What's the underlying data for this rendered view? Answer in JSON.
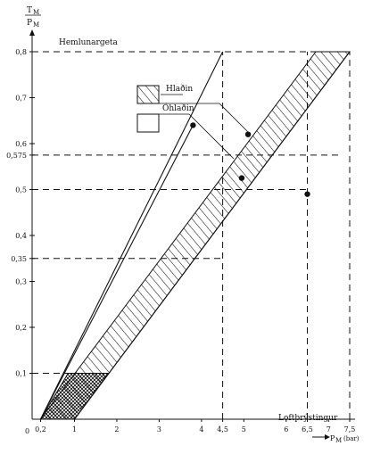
{
  "chart_data": {
    "type": "area",
    "title": "",
    "ylabel": {
      "top": "T",
      "top_sub": "M",
      "bottom": "P",
      "bottom_sub": "M"
    },
    "xlabel": {
      "main": "P",
      "sub": "M",
      "unit": "(bar)"
    },
    "xlim": [
      0,
      7.5
    ],
    "ylim": [
      0,
      0.8
    ],
    "x_ticks": [
      "0,2",
      "1",
      "2",
      "3",
      "4",
      "4,5",
      "5",
      "6",
      "6,5",
      "7",
      "7,5"
    ],
    "x_tick_values": [
      0.2,
      1,
      2,
      3,
      4,
      4.5,
      5,
      6,
      6.5,
      7,
      7.5
    ],
    "y_ticks": [
      "0,1",
      "0,2",
      "0,3",
      "0,35",
      "0,4",
      "0,5",
      "0,575",
      "0,6",
      "0,7",
      "0,8"
    ],
    "y_tick_values": [
      0.1,
      0.2,
      0.3,
      0.35,
      0.4,
      0.5,
      0.575,
      0.6,
      0.7,
      0.8
    ],
    "origin_label": "0",
    "annotations": {
      "brake_limit": "Hemlunargeta",
      "air_pressure": "Loftþrýstingur"
    },
    "legend": [
      {
        "label": "Hlaðin",
        "pattern": "hatched"
      },
      {
        "label": "Óhlaðin",
        "pattern": "empty"
      }
    ],
    "series": [
      {
        "name": "Hlaðin",
        "kind": "band",
        "lower": [
          [
            1,
            0.0
          ],
          [
            7.5,
            0.8
          ]
        ],
        "upper": [
          [
            0.2,
            0.0
          ],
          [
            6.7,
            0.8
          ]
        ]
      },
      {
        "name": "Óhlaðin",
        "kind": "band",
        "lower": [
          [
            1,
            0.0
          ],
          [
            1.8,
            0.1
          ]
        ],
        "upper": [
          [
            0.2,
            0.0
          ],
          [
            0.85,
            0.1
          ]
        ]
      }
    ],
    "lines": [
      [
        [
          0.2,
          0.0
        ],
        [
          4.5,
          0.8
        ]
      ],
      [
        [
          1,
          0.0
        ],
        [
          7.5,
          0.8
        ]
      ],
      [
        [
          0.2,
          0.0
        ],
        [
          3.8,
          0.64
        ]
      ]
    ],
    "points": [
      {
        "x": 3.8,
        "y": 0.64
      },
      {
        "x": 5.1,
        "y": 0.62
      },
      {
        "x": 4.95,
        "y": 0.525
      },
      {
        "x": 6.5,
        "y": 0.49
      }
    ],
    "dashed_guides": [
      {
        "axis": "y",
        "value": 0.8,
        "to_x": 7.5
      },
      {
        "axis": "y",
        "value": 0.575,
        "to_x": 7.3
      },
      {
        "axis": "y",
        "value": 0.5,
        "to_x": 6.5
      },
      {
        "axis": "y",
        "value": 0.35,
        "to_x": 4.5
      },
      {
        "axis": "y",
        "value": 0.1,
        "to_x": 1.8
      },
      {
        "axis": "x",
        "value": 4.5,
        "to_y": 0.8
      },
      {
        "axis": "x",
        "value": 6.5,
        "to_y": 0.8
      },
      {
        "axis": "x",
        "value": 7.5,
        "to_y": 0.8
      }
    ]
  }
}
